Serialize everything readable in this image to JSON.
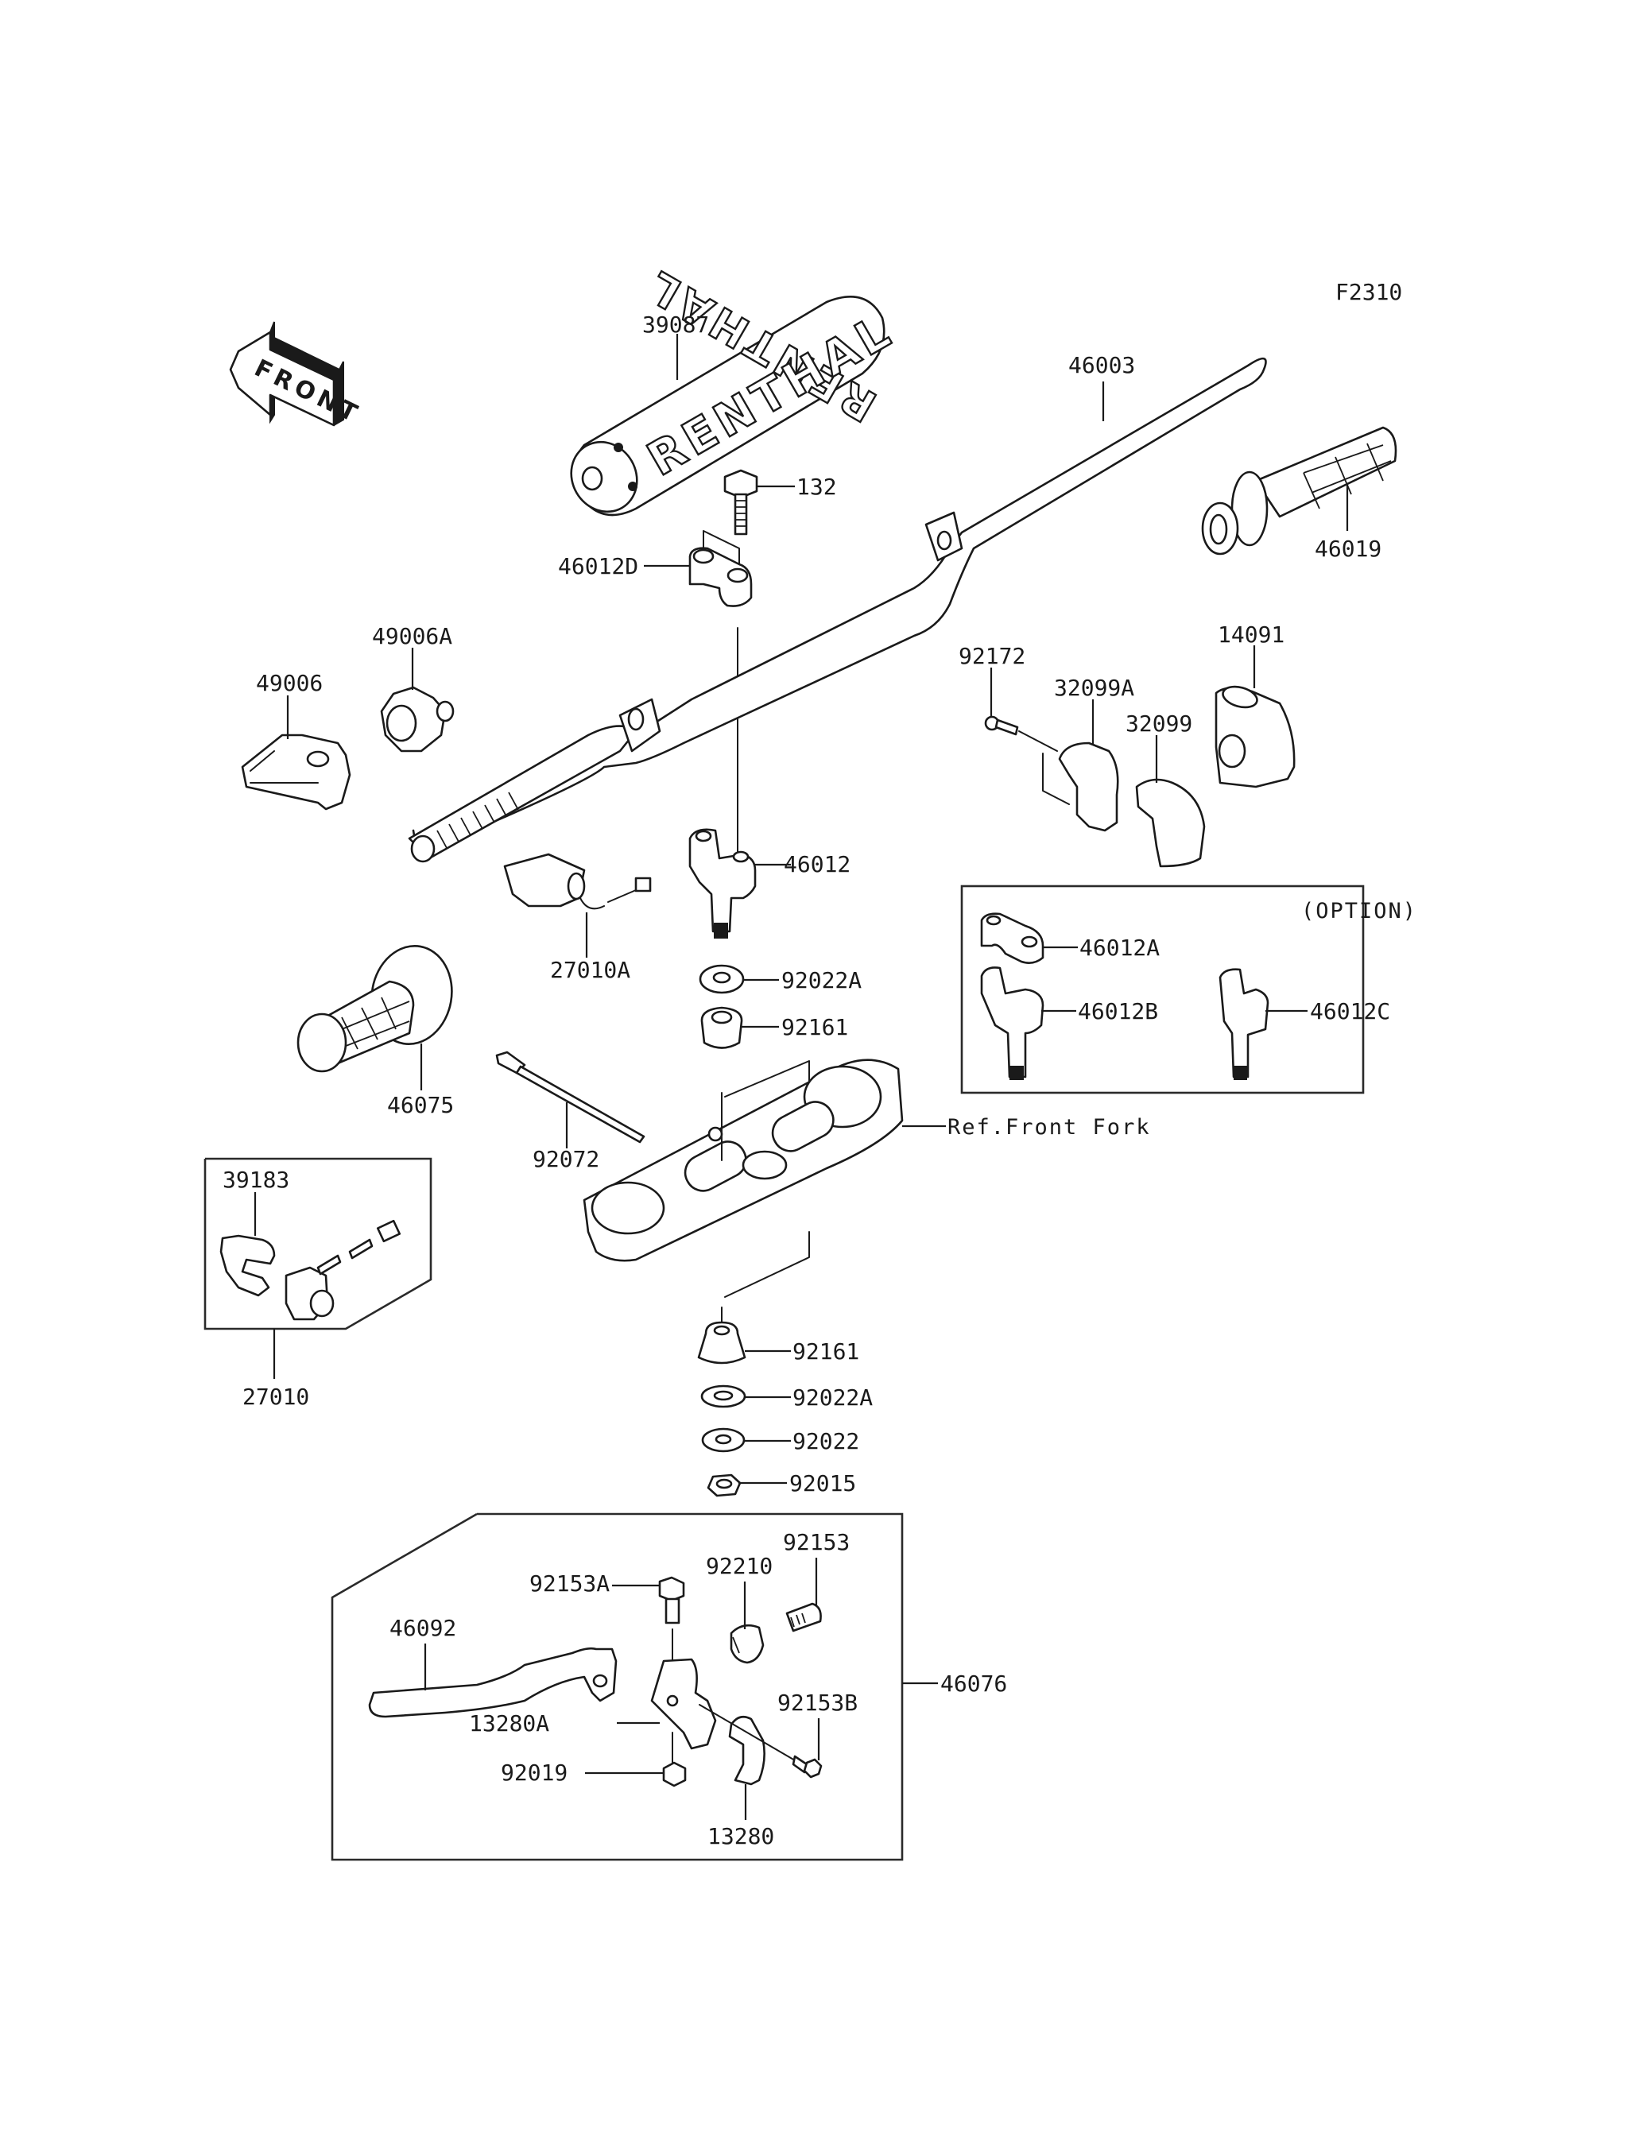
{
  "diagram": {
    "code": "F2310",
    "direction_indicator": "FRONT",
    "brand_on_bar_pad": "RENTHAL",
    "option_box_title": "(OPTION)",
    "reference_note": "Ref.Front Fork",
    "parts": {
      "p39087": "39087",
      "p46003": "46003",
      "p132": "132",
      "p46012D": "46012D",
      "p46019": "46019",
      "p49006": "49006",
      "p49006A": "49006A",
      "p92172": "92172",
      "p32099A": "32099A",
      "p32099": "32099",
      "p14091": "14091",
      "p46012": "46012",
      "p27010A": "27010A",
      "p92022A_top": "92022A",
      "p92161_top": "92161",
      "p46012A": "46012A",
      "p46012B": "46012B",
      "p46012C": "46012C",
      "p46075": "46075",
      "p92072": "92072",
      "p39183": "39183",
      "p27010": "27010",
      "p92161_bottom": "92161",
      "p92022A_bottom": "92022A",
      "p92022": "92022",
      "p92015": "92015",
      "p92153A": "92153A",
      "p92210": "92210",
      "p92153": "92153",
      "p46092": "46092",
      "p46076": "46076",
      "p13280A": "13280A",
      "p92153B": "92153B",
      "p92019": "92019",
      "p13280": "13280"
    }
  }
}
